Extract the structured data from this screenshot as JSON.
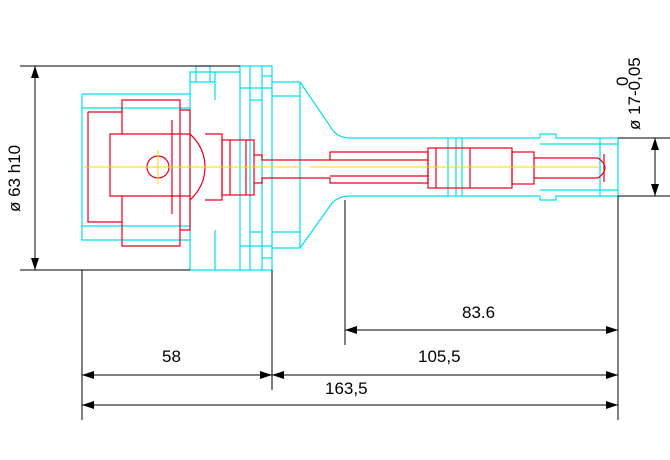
{
  "dimensions": {
    "overall_length": "163,5",
    "flange_to_face": "58",
    "shank_length": "105,5",
    "tip_length": "83.6",
    "flange_diameter": "ø 63 h10",
    "tip_diameter": "ø 17-0,05",
    "tip_tolerance_upper": "0"
  },
  "colors": {
    "outline": "#00e0e8",
    "section": "#e8001a",
    "centerline": "#ffd800",
    "dimension": "#000000"
  }
}
